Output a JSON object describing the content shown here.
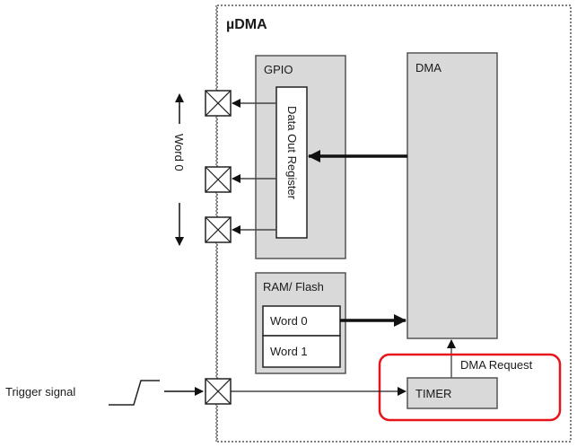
{
  "diagram": {
    "container_label": "µDMA",
    "gpio": {
      "label": "GPIO",
      "register_label": "Data Out Register"
    },
    "dma": {
      "label": "DMA"
    },
    "memory": {
      "label": "RAM/ Flash",
      "words": [
        "Word 0",
        "Word 1"
      ]
    },
    "timer": {
      "label": "TIMER"
    },
    "dma_request_label": "DMA Request",
    "word_span_label": "Word 0",
    "trigger_label": "Trigger signal",
    "highlight_color": "#e8141b"
  }
}
